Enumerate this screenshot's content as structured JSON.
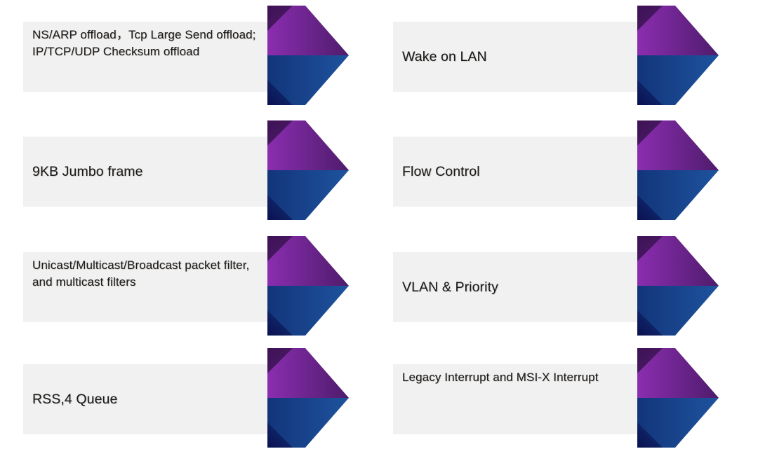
{
  "slide": {
    "background_color": "#FFFFFF",
    "layout": "two-column-chevron-list",
    "columns": 2,
    "rows": 4
  },
  "style": {
    "plate_color": "#F1F1F1",
    "text_color": "#1A1A1A",
    "chevron_purple_light": "#8B2DB0",
    "chevron_purple_dark": "#4E1C6B",
    "chevron_purple_shadow": "#3D1254",
    "chevron_blue_light": "#1E539E",
    "chevron_blue_dark": "#12357A",
    "chevron_blue_shadow": "#0A1050"
  },
  "items": [
    {
      "id": "offload",
      "label": "NS/ARP offload，Tcp Large Send offload; IP/TCP/UDP Checksum offload",
      "multiline": true,
      "column": 0,
      "row": 0
    },
    {
      "id": "wake-on-lan",
      "label": "Wake on LAN",
      "multiline": false,
      "column": 1,
      "row": 0
    },
    {
      "id": "jumbo-frame",
      "label": "9KB Jumbo frame",
      "multiline": false,
      "column": 0,
      "row": 1
    },
    {
      "id": "flow-control",
      "label": "Flow Control",
      "multiline": false,
      "column": 1,
      "row": 1
    },
    {
      "id": "packet-filter",
      "label": "Unicast/Multicast/Broadcast packet filter, and multicast filters",
      "multiline": true,
      "column": 0,
      "row": 2
    },
    {
      "id": "vlan-priority",
      "label": "VLAN & Priority",
      "multiline": false,
      "column": 1,
      "row": 2
    },
    {
      "id": "rss-queue",
      "label": "RSS,4 Queue",
      "multiline": false,
      "column": 0,
      "row": 3
    },
    {
      "id": "interrupt",
      "label": "Legacy Interrupt and MSI-X Interrupt",
      "multiline": true,
      "column": 1,
      "row": 3
    }
  ]
}
